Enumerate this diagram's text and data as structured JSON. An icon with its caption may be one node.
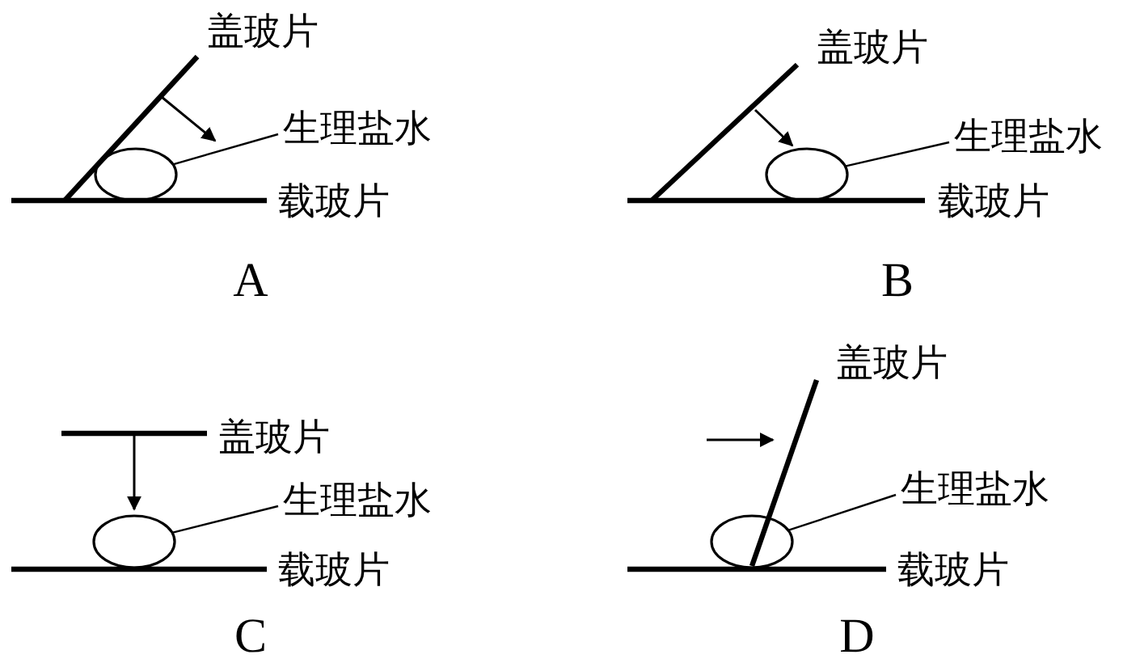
{
  "diagram": {
    "nodes": [
      {
        "text": [
          "生理盐水"
        ]
      },
      {
        "text": [],
        "shape": "ellipse"
      },
      {
        "text": [
          "生理盐水"
        ]
      },
      {
        "text": [],
        "shape": "ellipse"
      },
      {
        "text": [
          "生理盐水"
        ]
      },
      {
        "text": [],
        "shape": "ellipse"
      },
      {
        "text": [
          "生理盐水"
        ]
      },
      {
        "text": [],
        "shape": "ellipse"
      }
    ],
    "edges": [
      {
        "from": 0,
        "to": 1,
        "arrow": "none"
      },
      {
        "from": 2,
        "to": 3,
        "arrow": "none"
      },
      {
        "from": 4,
        "to": 5,
        "arrow": "none"
      },
      {
        "from": 6,
        "to": 7,
        "arrow": "none"
      }
    ],
    "labels": [
      "盖玻片",
      "载玻片",
      "A",
      "盖玻片",
      "载玻片",
      "B",
      "盖玻片",
      "载玻片",
      "C",
      "盖玻片",
      "载玻片",
      "D"
    ]
  }
}
